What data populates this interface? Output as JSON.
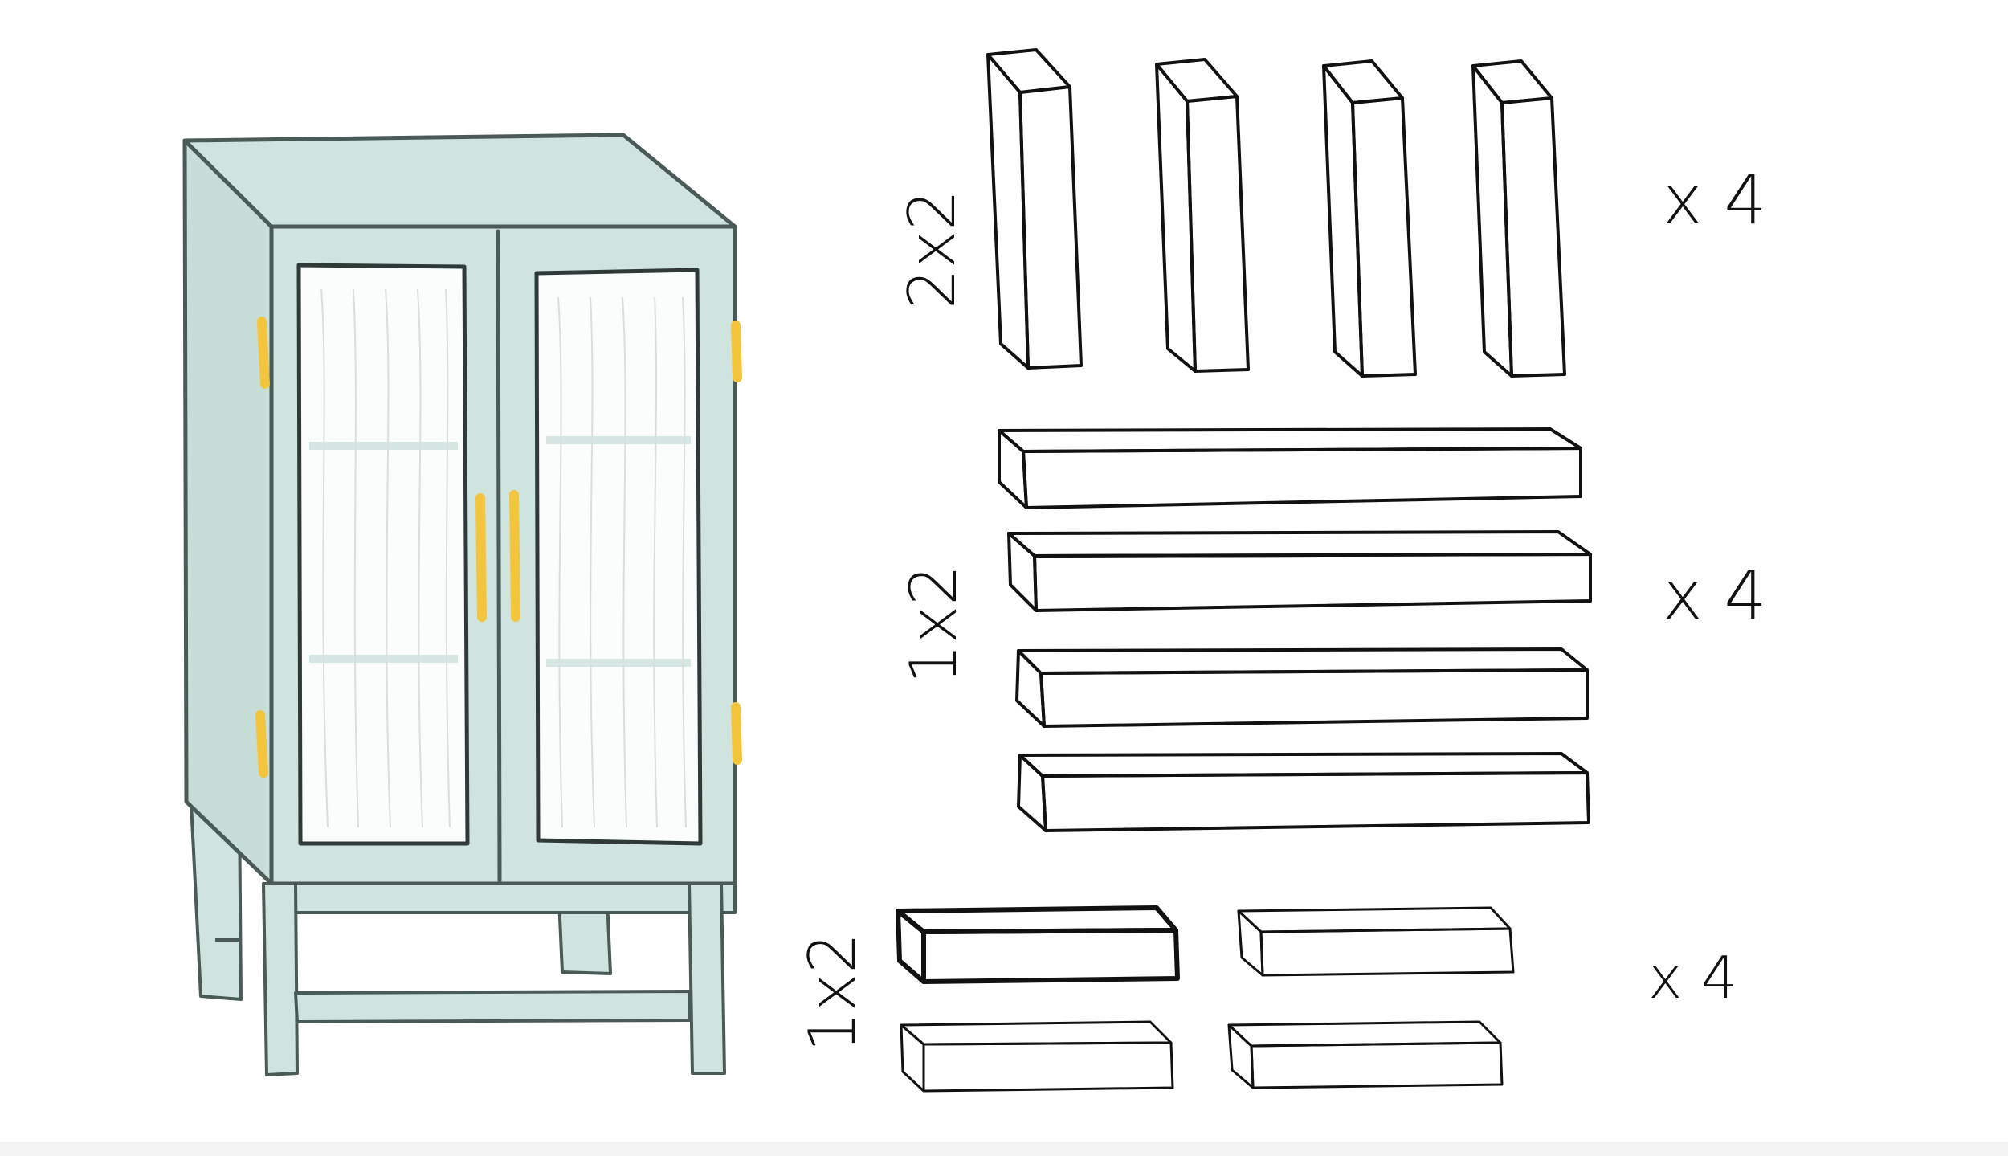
{
  "colors": {
    "cabinet_fill": "#cfe3df",
    "cabinet_line": "#4a5a57",
    "glass_fill": "#fbfcfc",
    "handle": "#f2c53d",
    "ink": "#111111",
    "background": "#ffffff"
  },
  "groups": [
    {
      "id": "posts",
      "size_label": "2x2",
      "quantity_label": "x 4"
    },
    {
      "id": "rails-long",
      "size_label": "1x2",
      "quantity_label": "x 4"
    },
    {
      "id": "rails-short",
      "size_label": "1x2",
      "quantity_label": "x 4"
    }
  ]
}
